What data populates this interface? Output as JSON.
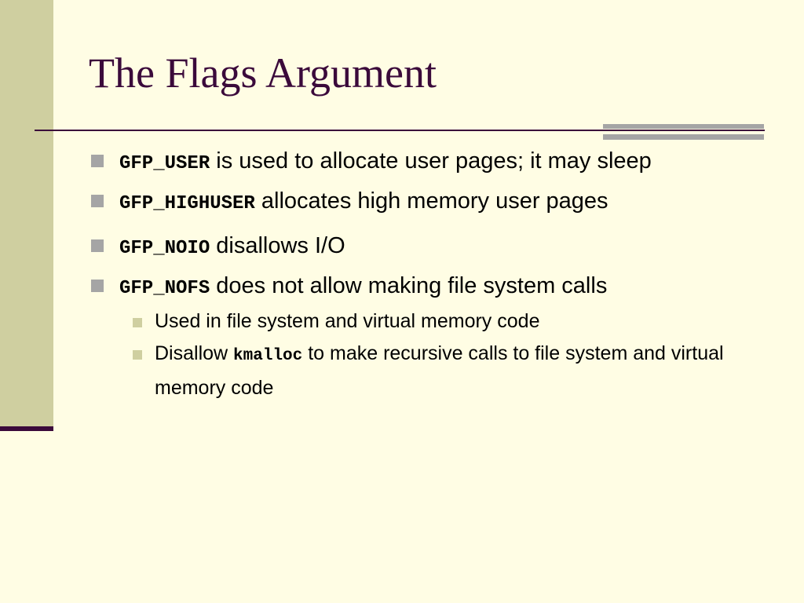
{
  "slide": {
    "title": "The Flags Argument",
    "colors": {
      "background": "#FFFDE4",
      "left_band": "#CFCFA0",
      "accent": "#3B0A3B",
      "bullet_marker": "#A5A5A5",
      "sub_bullet_marker": "#CFCFA0"
    },
    "bullets": [
      {
        "code": "GFP_USER",
        "text": " is used to allocate user pages; it may sleep"
      },
      {
        "code": "GFP_HIGHUSER",
        "text": " allocates high memory user pages"
      },
      {
        "code": "GFP_NOIO",
        "text": " disallows I/O"
      },
      {
        "code": "GFP_NOFS",
        "text": " does not allow making file system calls",
        "sub_bullets": [
          {
            "text": "Used in file system and virtual memory code"
          },
          {
            "text_before": "Disallow ",
            "code": "kmalloc",
            "text_after": " to make recursive calls to file system and virtual memory code"
          }
        ]
      }
    ]
  }
}
